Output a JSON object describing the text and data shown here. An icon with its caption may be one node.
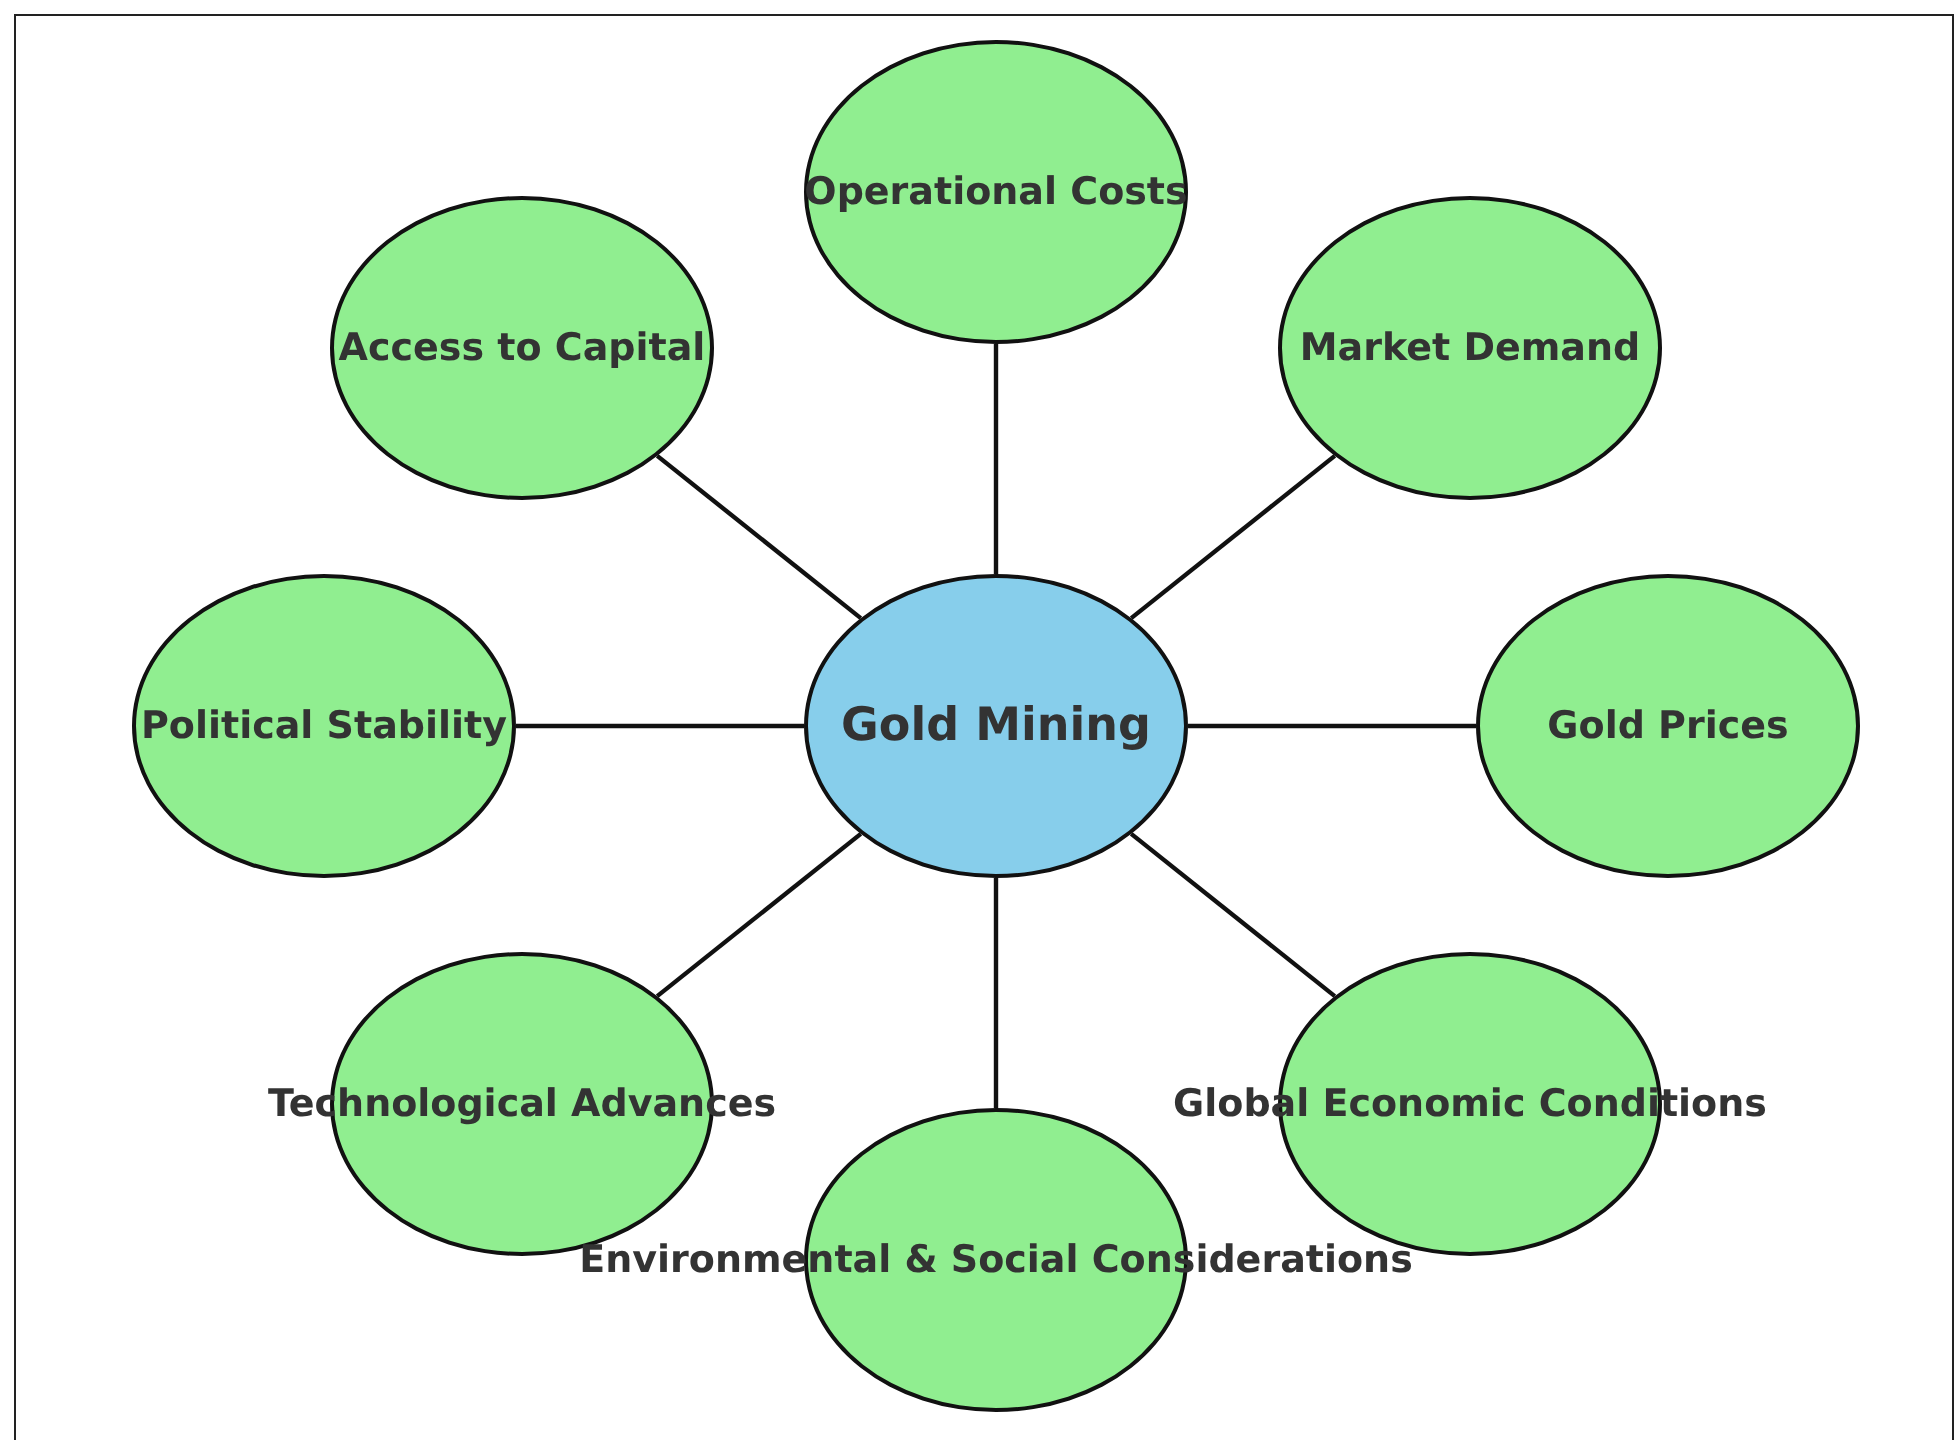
{
  "diagram": {
    "nodes": [
      {
        "text": [
          "Gold Mining"
        ]
      },
      {
        "text": [
          "Operational Costs"
        ]
      },
      {
        "text": [
          "Access to Capital"
        ]
      },
      {
        "text": [
          "Market Demand"
        ]
      },
      {
        "text": [
          "Political Stability"
        ]
      },
      {
        "text": [
          "Gold Prices"
        ]
      },
      {
        "text": [
          "Technological Advances"
        ]
      },
      {
        "text": [
          "Global Economic Conditions"
        ]
      },
      {
        "text": [
          "Environmental & Social Considerations"
        ]
      }
    ],
    "edges": [
      {
        "from": 0,
        "to": 1,
        "arrow": "none"
      },
      {
        "from": 0,
        "to": 2,
        "arrow": "none"
      },
      {
        "from": 0,
        "to": 3,
        "arrow": "none"
      },
      {
        "from": 0,
        "to": 4,
        "arrow": "none"
      },
      {
        "from": 0,
        "to": 5,
        "arrow": "none"
      },
      {
        "from": 0,
        "to": 6,
        "arrow": "none"
      },
      {
        "from": 0,
        "to": 7,
        "arrow": "none"
      },
      {
        "from": 0,
        "to": 8,
        "arrow": "none"
      }
    ]
  }
}
